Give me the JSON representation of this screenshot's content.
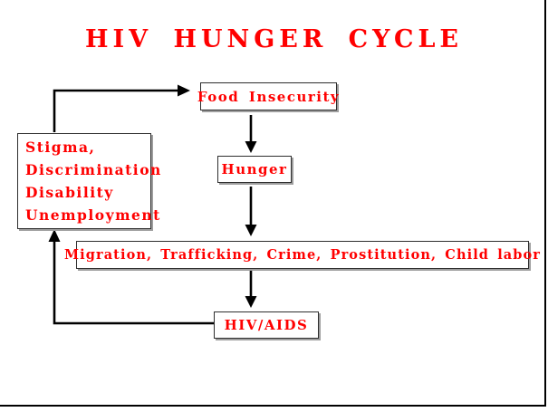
{
  "page": {
    "title": "HIV HUNGER CYCLE",
    "colors": {
      "text_red": "#FF0000",
      "arrow_black": "#000000",
      "box_border": "#2E2E2E",
      "box_shadow_gray": "#9E9E9E",
      "background": "#FFFFFF"
    }
  },
  "diagram": {
    "nodes": {
      "food_insecurity": {
        "label": "Food Insecurity"
      },
      "hunger": {
        "label": "Hunger"
      },
      "stigma": {
        "lines": [
          "Stigma,",
          "Discrimination",
          "Disability",
          "Unemployment"
        ]
      },
      "consequences": {
        "label": "Migration, Trafficking, Crime, Prostitution, Child labor"
      },
      "hiv_aids": {
        "label": "HIV/AIDS"
      }
    },
    "edges": [
      {
        "from": "stigma",
        "to": "food_insecurity"
      },
      {
        "from": "food_insecurity",
        "to": "hunger"
      },
      {
        "from": "hunger",
        "to": "consequences"
      },
      {
        "from": "consequences",
        "to": "hiv_aids"
      },
      {
        "from": "hiv_aids",
        "to": "stigma"
      }
    ]
  }
}
